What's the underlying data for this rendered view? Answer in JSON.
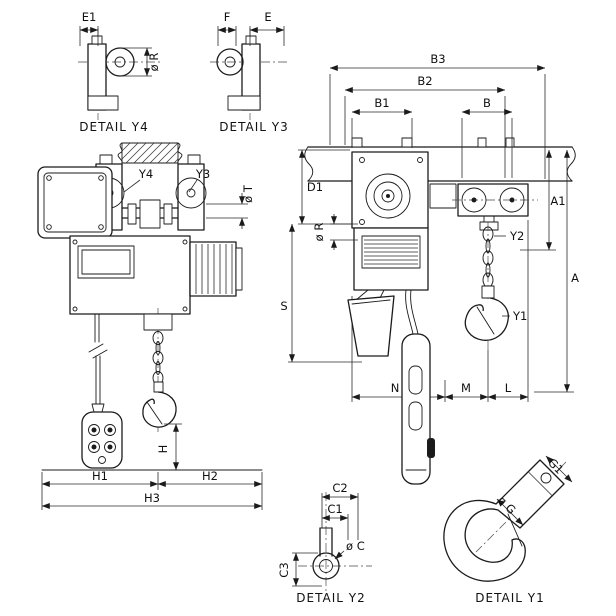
{
  "page": {
    "background": "#ffffff",
    "line_color": "#1b1b1b"
  },
  "front_view": {
    "marker_y4": "Y4",
    "marker_y3": "Y3",
    "dim_phi_t": "ø T",
    "dim_h": "H",
    "dim_h1": "H1",
    "dim_h2": "H2",
    "dim_h3": "H3"
  },
  "side_view": {
    "dim_b3": "B3",
    "dim_b2": "B2",
    "dim_b1": "B1",
    "dim_b": "B",
    "dim_d1": "D1",
    "dim_phi_r": "ø R",
    "dim_s": "S",
    "dim_a1": "A1",
    "dim_a": "A",
    "dim_n": "N",
    "dim_m": "M",
    "dim_l": "L",
    "marker_y2": "Y2",
    "marker_y1": "Y1"
  },
  "detail_y4": {
    "title": "DETAIL Y4",
    "dim_e1": "E1",
    "dim_phi_r": "ø R"
  },
  "detail_y3": {
    "title": "DETAIL Y3",
    "dim_f": "F",
    "dim_e": "E"
  },
  "detail_y2": {
    "title": "DETAIL Y2",
    "dim_c2": "C2",
    "dim_c1": "C1",
    "dim_c3": "C3",
    "dim_phi_c": "ø C"
  },
  "detail_y1": {
    "title": "DETAIL Y1",
    "dim_g1": "G1",
    "dim_phi_g": "ø G"
  }
}
